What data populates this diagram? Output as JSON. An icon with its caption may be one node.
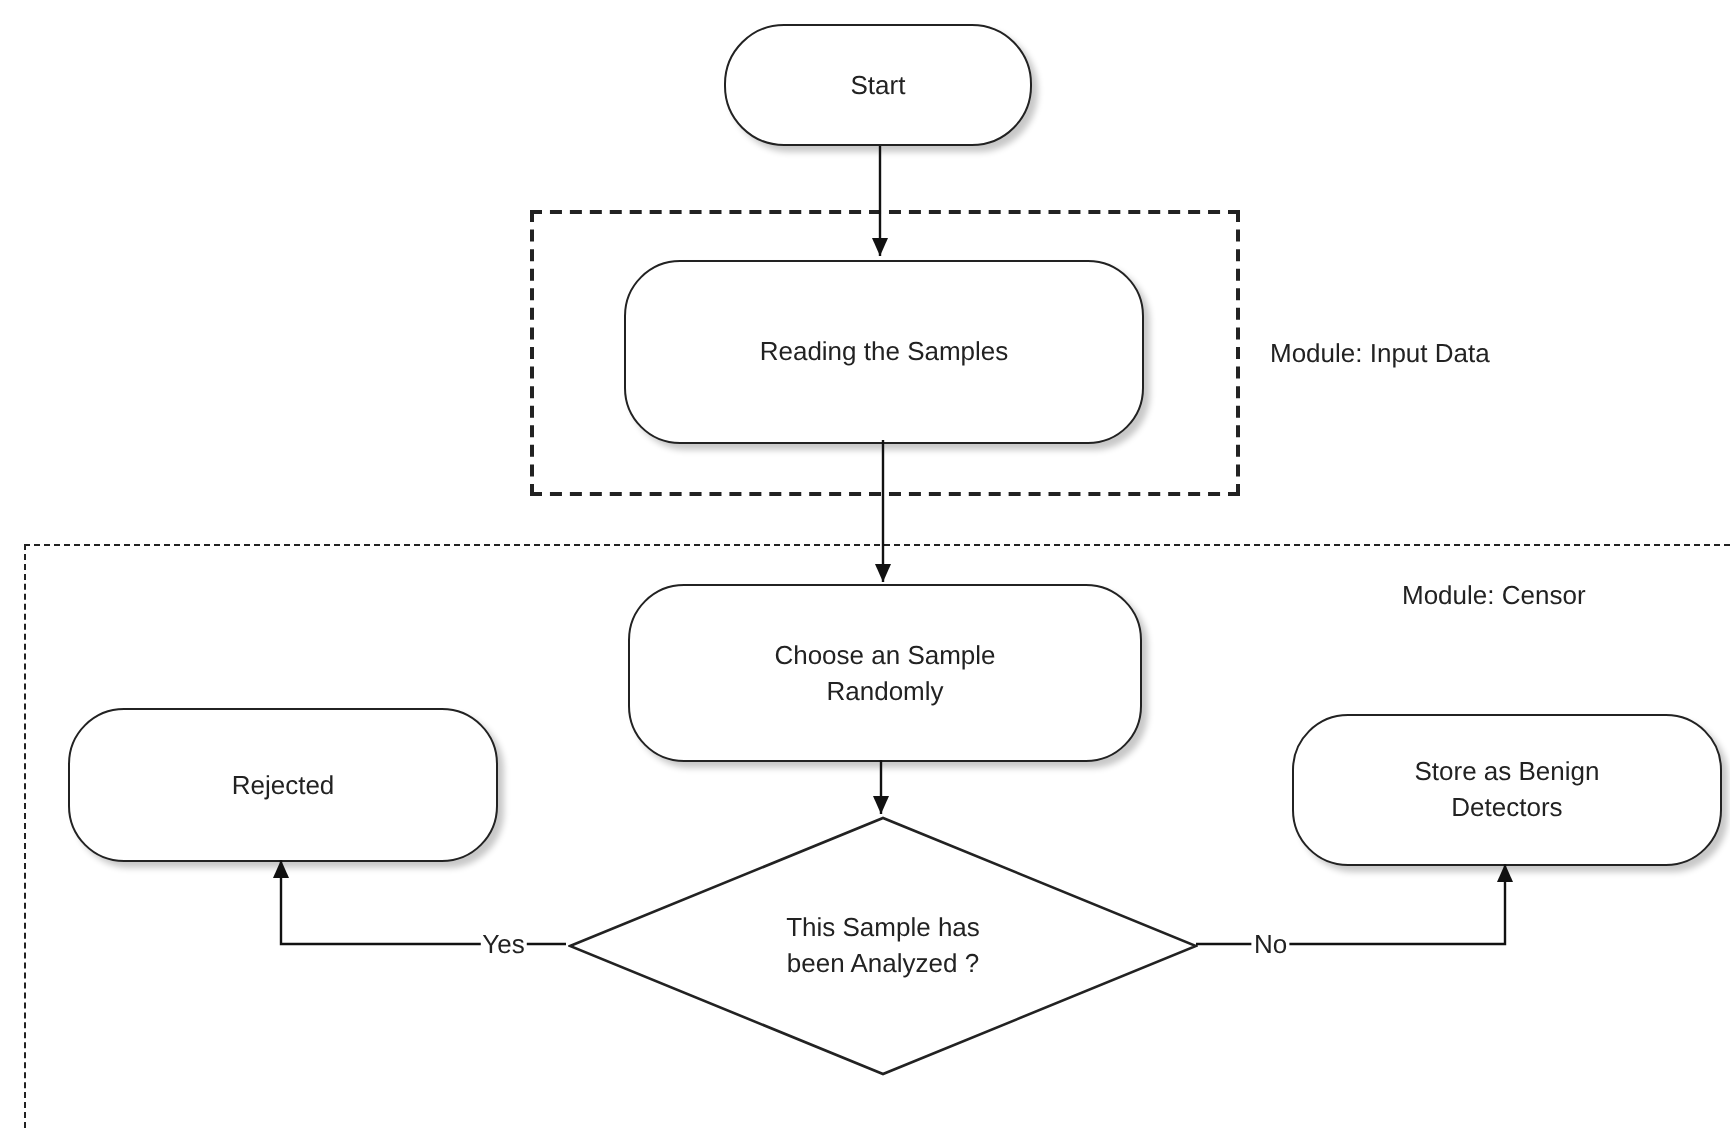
{
  "diagram": {
    "nodes": [
      {
        "text": [
          "Start"
        ]
      },
      {
        "text": [
          "Module: Input Data"
        ]
      },
      {
        "text": [
          "Reading the Samples"
        ],
        "in": 1
      },
      {
        "text": [
          "Module: Censor"
        ]
      },
      {
        "text": [
          "Choose an Sample Randomly"
        ],
        "in": 3
      },
      {
        "text": [
          "Rejected"
        ],
        "in": 3
      },
      {
        "text": [
          "Store as Benign Detectors"
        ],
        "in": 3
      },
      {
        "text": [
          "This Sample has been Analyzed ?"
        ],
        "in": 3
      }
    ],
    "edges": [
      {
        "from": 0,
        "to": 2,
        "arrow": "to"
      },
      {
        "from": 2,
        "to": 4,
        "arrow": "to"
      },
      {
        "from": 4,
        "to": 7,
        "arrow": "to"
      },
      {
        "from": 7,
        "to": 5,
        "arrow": "to",
        "label": "Yes"
      },
      {
        "from": 7,
        "to": 6,
        "arrow": "to",
        "label": "No"
      }
    ]
  }
}
